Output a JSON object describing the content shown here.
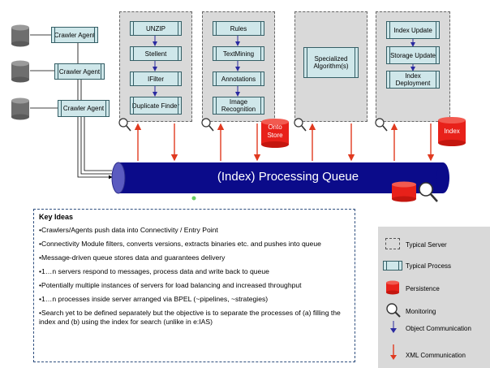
{
  "crawlers": [
    {
      "label": "Crawler Agent"
    },
    {
      "label": "Crawler Agent"
    },
    {
      "label": "Crawler Agent"
    }
  ],
  "servers": {
    "s1": [
      "UNZIP",
      "Stellent",
      "IFilter",
      "Duplicate Finder"
    ],
    "s2": [
      "Rules",
      "TextMining",
      "Annotations",
      "Image Recognition"
    ],
    "s3": [
      "Specialized Algorithm(s)"
    ],
    "s4": [
      "Index Update",
      "Storage Update",
      "Index Deployment"
    ]
  },
  "stores": {
    "onto": "Onto Store",
    "index": "Index"
  },
  "queue_label": "(Index) Processing Queue",
  "key_ideas": {
    "title": "Key Ideas",
    "items": [
      "•Crawlers/Agents push data into Connectivity / Entry Point",
      "•Connectivity Module filters, converts versions, extracts binaries etc. and pushes into queue",
      "•Message-driven queue stores data and guarantees delivery",
      "•1…n servers respond to messages, process data and write back to queue",
      "•Potentially multiple instances of servers for load balancing and increased throughput",
      "•1…n processes inside server arranged via BPEL (~pipelines, ~strategies)",
      "•Search yet to be defined separately but the objective is to separate the processes of (a) filling the index and (b) using the index for search (unlike in e:IAS)"
    ]
  },
  "legend": {
    "typical_server": "Typical Server",
    "typical_process": "Typical Process",
    "persistence": "Persistence",
    "monitoring": "Monitoring",
    "object_comm": "Object Communication",
    "xml_comm": "XML Communication"
  },
  "colors": {
    "server_bg": "#d9d9d9",
    "process_bg": "#cfe7ea",
    "queue": "#0b0b8a",
    "persistence": "#e8211a",
    "object_arrow": "#2a2aa0",
    "xml_arrow": "#e03a20"
  }
}
